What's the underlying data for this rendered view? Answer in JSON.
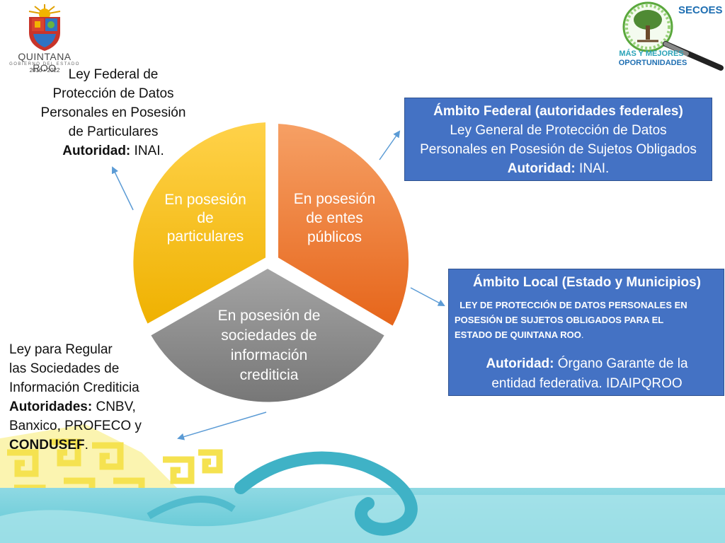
{
  "logo_left": {
    "name": "QUINTANA ROO",
    "subtitle": "GOBIERNO DEL ESTADO",
    "years": "2016 • 2022"
  },
  "logo_right": {
    "brand": "SECOES",
    "slogan_line1": "MÁS Y MEJORES",
    "slogan_line2": "OPORTUNIDADES"
  },
  "pie": {
    "segments": [
      {
        "label_lines": [
          "En posesión",
          "de",
          "particulares"
        ],
        "color_top": "#ffd040",
        "color_bottom": "#f0b000"
      },
      {
        "label_lines": [
          "En posesión",
          "de entes",
          "públicos"
        ],
        "color_top": "#f59a58",
        "color_bottom": "#e8661a"
      },
      {
        "label_lines": [
          "En posesión de",
          "sociedades de",
          "información",
          "crediticia"
        ],
        "color_top": "#9a9a9a",
        "color_bottom": "#7a7a7a"
      }
    ]
  },
  "top_left": {
    "line1": "Ley Federal de",
    "line2": "Protección de Datos",
    "line3": "Personales en Posesión",
    "line4": "de Particulares",
    "authority_label": "Autoridad:",
    "authority_value": " INAI."
  },
  "federal": {
    "title": "Ámbito Federal (autoridades federales)",
    "line1": "Ley General de Protección de Datos",
    "line2": "Personales en Posesión de Sujetos Obligados",
    "authority_label": "Autoridad:",
    "authority_value": " INAI."
  },
  "local": {
    "title": "Ámbito Local (Estado y Municipios)",
    "law_line1": "LEY DE PROTECCIÓN DE DATOS PERSONALES EN",
    "law_line2": "POSESIÓN DE SUJETOS  OBLIGADOS PARA EL",
    "law_line3": "ESTADO DE QUINTANA ROO",
    "law_end": ".",
    "authority_label": "Autoridad:",
    "authority_value": " Órgano Garante de la",
    "authority_line2": "entidad federativa. IDAIPQROO"
  },
  "bottom_left": {
    "line1": "Ley para Regular",
    "line2": "las Sociedades de",
    "line3": "Información Crediticia",
    "authority_label": "Autoridades:",
    "authority_value": " CNBV,",
    "line5": "Banxico, PROFECO y",
    "line6_bold": "CONDUSEF",
    "line6_end": "."
  },
  "colors": {
    "box_blue": "#4472c4",
    "arrow": "#5b9bd5",
    "wave_teal": "#5ec8d6",
    "pattern_yellow": "#f7e35a"
  }
}
